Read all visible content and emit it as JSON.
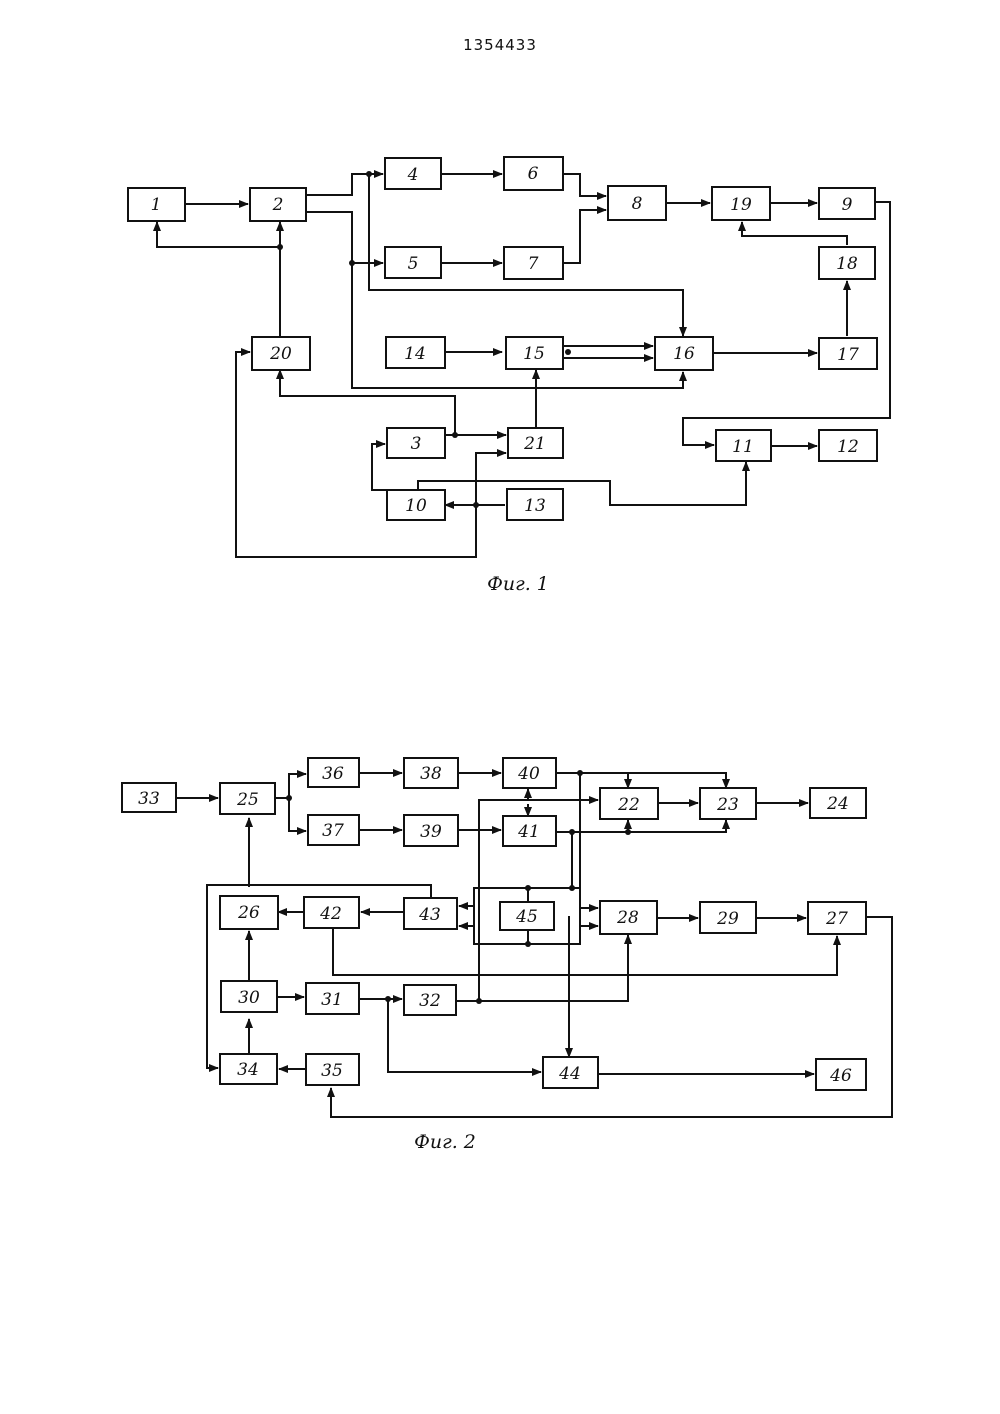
{
  "document_number": "1354433",
  "figure1": {
    "caption": "Фиг. 1",
    "blocks": [
      "1",
      "2",
      "3",
      "4",
      "5",
      "6",
      "7",
      "8",
      "9",
      "10",
      "11",
      "12",
      "13",
      "14",
      "15",
      "16",
      "17",
      "18",
      "19",
      "20",
      "21"
    ]
  },
  "figure2": {
    "caption": "Фиг. 2",
    "blocks": [
      "22",
      "23",
      "24",
      "25",
      "26",
      "27",
      "28",
      "29",
      "30",
      "31",
      "32",
      "33",
      "34",
      "35",
      "36",
      "37",
      "38",
      "39",
      "40",
      "41",
      "42",
      "43",
      "44",
      "45",
      "46"
    ]
  }
}
